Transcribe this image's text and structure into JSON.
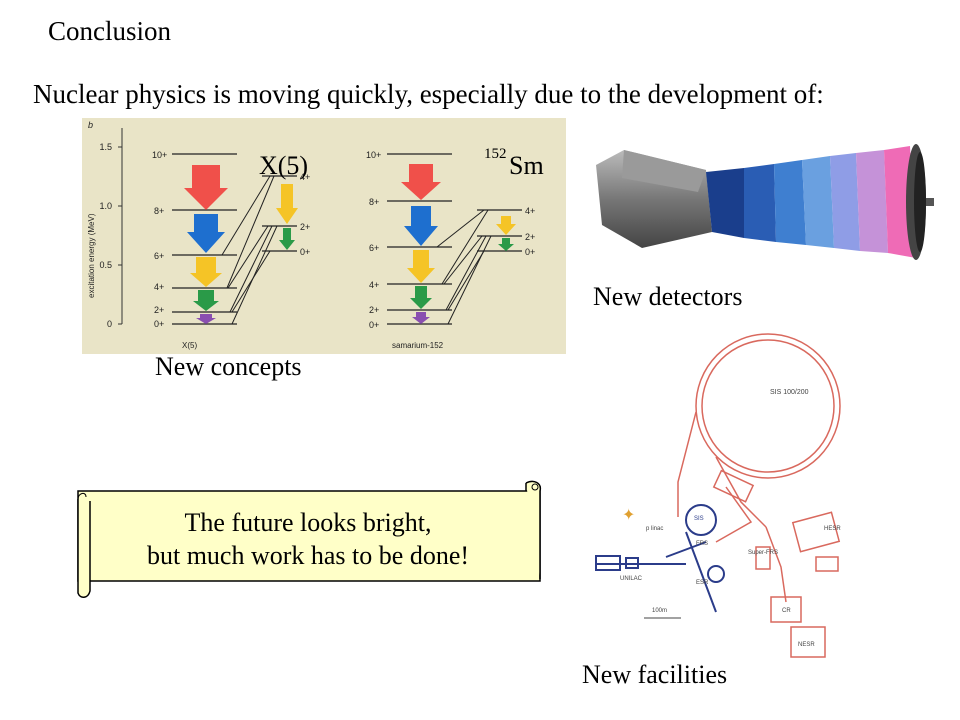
{
  "slide": {
    "title": "Conclusion",
    "intro": "Nuclear physics is moving quickly, especially due to the development of:"
  },
  "captions": {
    "concepts": "New concepts",
    "detectors": "New detectors",
    "facilities": "New facilities"
  },
  "level_figure": {
    "axis_label": "excitation energy (MeV)",
    "axis_letter": "b",
    "y_ticks": [
      "0",
      "0.5",
      "1.0",
      "1.5"
    ],
    "left_label": "X(5)",
    "right_label_mass": "152",
    "right_label_element": "Sm",
    "left_footer": "X(5)",
    "right_footer": "samarium-152",
    "ground_band_spins": [
      "10+",
      "8+",
      "6+",
      "4+",
      "2+",
      "0+"
    ],
    "side_band_spins": [
      "4+",
      "2+",
      "0+"
    ]
  },
  "facility_map": {
    "labels": [
      "SIS 100/200",
      "SIS",
      "p linac",
      "FRS",
      "UNILAC",
      "ESR",
      "Super-FRS",
      "HESR",
      "CR",
      "NESR",
      "100m"
    ]
  },
  "scroll": {
    "line1": "The future looks bright,",
    "line2": "but much work has to be done!"
  },
  "colors": {
    "arrow_red": "#f0504a",
    "arrow_blue": "#1e6fcf",
    "arrow_yellow": "#f5c426",
    "arrow_green": "#2a9a48",
    "arrow_purple": "#8a4fb0",
    "scroll_fill": "#ffffc8",
    "facility_red": "#d9695e",
    "facility_blue": "#2b3c8a"
  }
}
